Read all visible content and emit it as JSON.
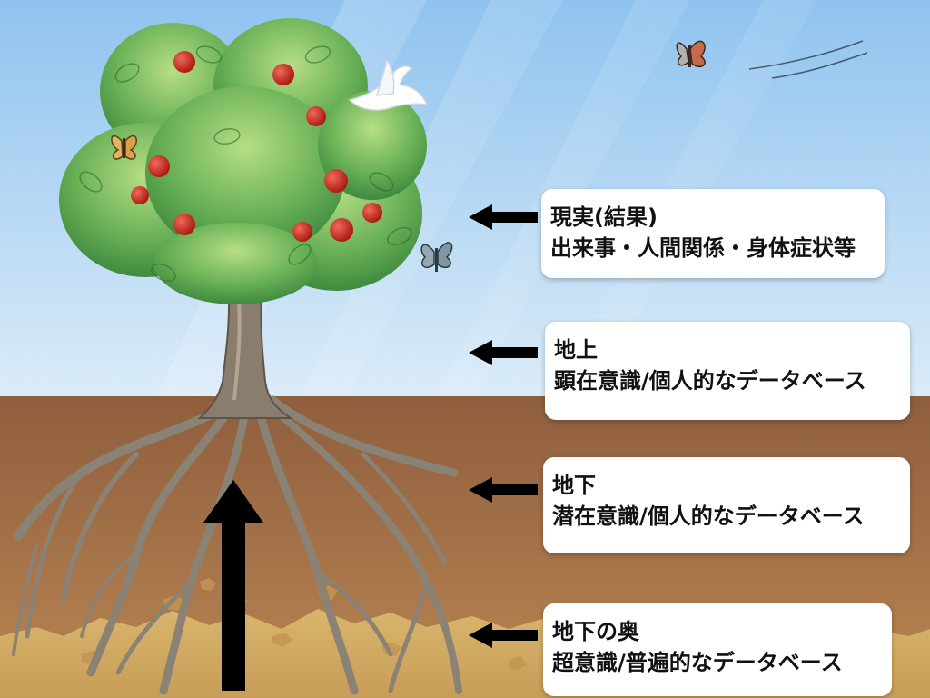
{
  "labels": [
    {
      "id": "reality",
      "line1": "現実(結果)",
      "line2": "出来事・人間関係・身体症状等"
    },
    {
      "id": "above-ground",
      "line1": "地上",
      "line2": "顕在意識/個人的なデータベース"
    },
    {
      "id": "underground",
      "line1": "地下",
      "line2": "潜在意識/個人的なデータベース"
    },
    {
      "id": "deep-underground",
      "line1": "地下の奥",
      "line2": "超意識/普遍的なデータベース"
    }
  ],
  "colors": {
    "sky_top": "#8fc3ef",
    "sky_bottom": "#e9f3fb",
    "soil_top": "#9b6a45",
    "soil_bottom": "#c08a57",
    "deep_soil": "#d8b36a",
    "leaves": "#5fa64f",
    "apple": "#c8241c",
    "trunk": "#8a7d6e",
    "arrow": "#000000"
  },
  "icons": [
    "butterfly-icon",
    "dove-icon",
    "apple-icon",
    "left-arrow-icon",
    "up-arrow-icon"
  ]
}
